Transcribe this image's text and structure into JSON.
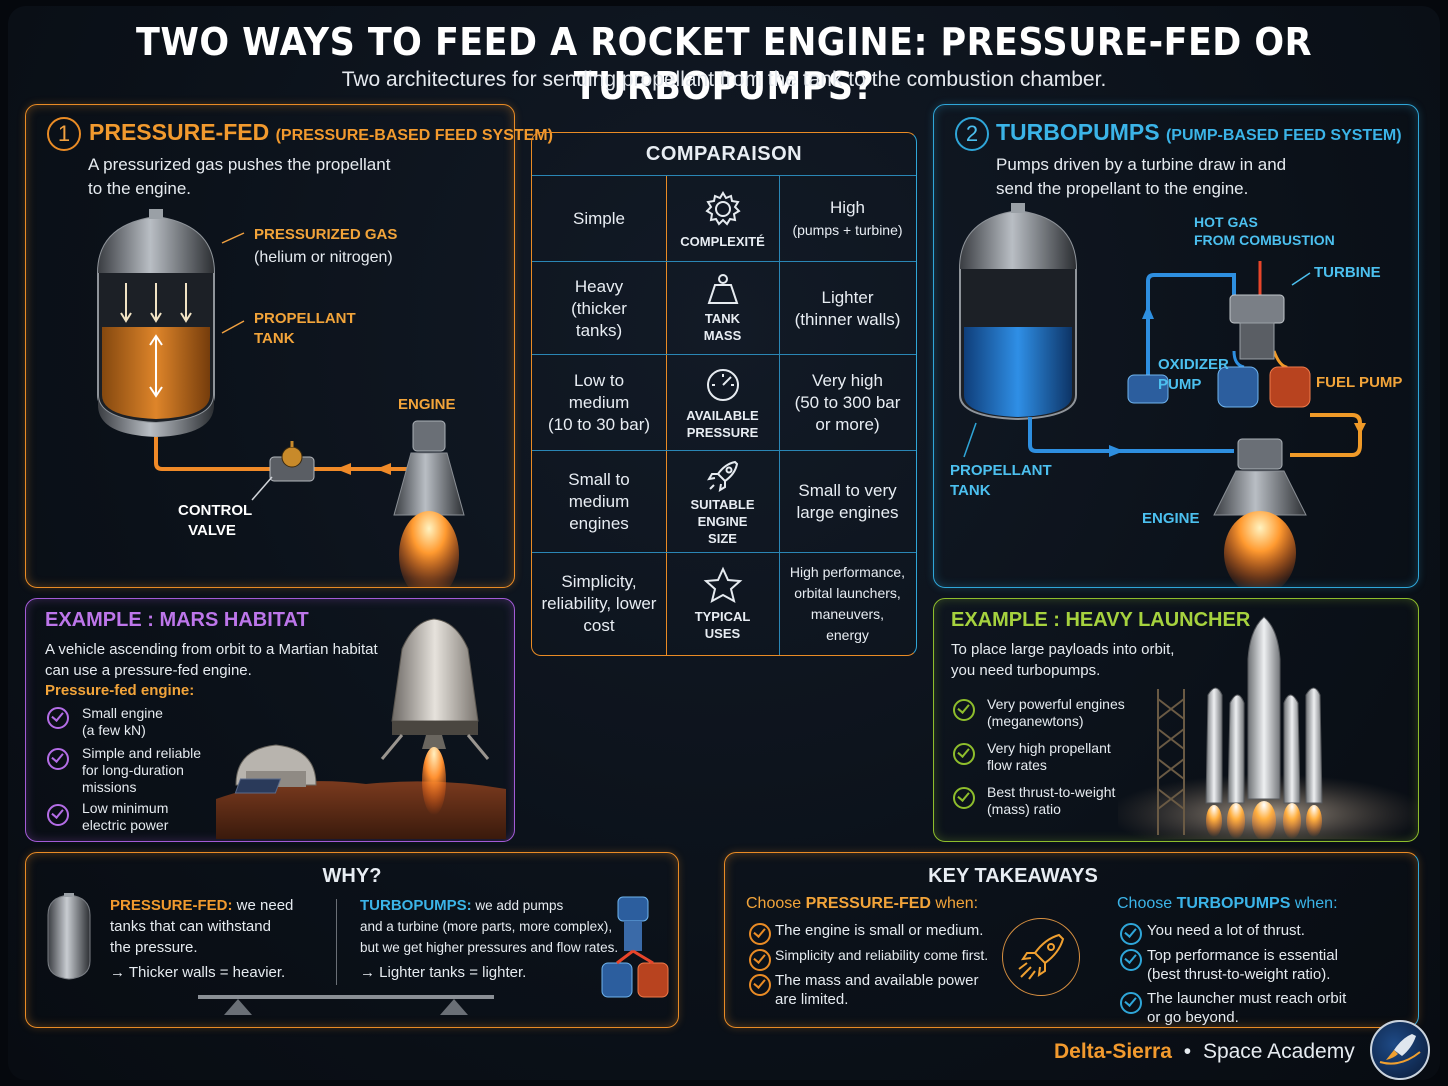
{
  "header": {
    "title": "TWO WAYS TO FEED A ROCKET ENGINE: PRESSURE-FED OR TURBOPUMPS?",
    "subtitle": "Two architectures for sending propellant from the tank to the combustion chamber."
  },
  "pressure_fed": {
    "number": "1",
    "title": "PRESSURE-FED",
    "title_sub": "(PRESSURE-BASED FEED SYSTEM)",
    "desc_1": "A pressurized gas pushes the propellant",
    "desc_2": "to the engine.",
    "label_gas": "PRESSURIZED GAS",
    "label_gas_sub": "(helium or nitrogen)",
    "label_tank_1": "PROPELLANT",
    "label_tank_2": "TANK",
    "label_engine": "ENGINE",
    "label_valve_1": "CONTROL",
    "label_valve_2": "VALVE"
  },
  "turbopumps": {
    "number": "2",
    "title": "TURBOPUMPS",
    "title_sub": "(PUMP-BASED FEED SYSTEM)",
    "desc_1": "Pumps driven by a turbine draw in and",
    "desc_2": "send the propellant to the engine.",
    "label_hotgas_1": "HOT GAS",
    "label_hotgas_2": "FROM COMBUSTION",
    "label_turbine": "TURBINE",
    "label_oxpump_1": "OXIDIZER",
    "label_oxpump_2": "PUMP",
    "label_fuelpump": "FUEL PUMP",
    "label_tank_1": "PROPELLANT",
    "label_tank_2": "TANK",
    "label_engine": "ENGINE"
  },
  "comparison": {
    "title": "COMPARAISON",
    "rows": [
      {
        "left": "Simple",
        "middle": "COMPLEXITÉ",
        "right": "High",
        "right_sub": "(pumps + turbine)"
      },
      {
        "left_1": "Heavy",
        "left_2": "(thicker",
        "left_3": "tanks)",
        "middle_1": "TANK",
        "middle_2": "MASS",
        "right_1": "Lighter",
        "right_2": "(thinner walls)"
      },
      {
        "left_1": "Low to",
        "left_2": "medium",
        "left_3": "(10 to 30 bar)",
        "middle_1": "AVAILABLE",
        "middle_2": "PRESSURE",
        "right_1": "Very high",
        "right_2": "(50 to 300 bar",
        "right_3": "or more)"
      },
      {
        "left_1": "Small to",
        "left_2": "medium",
        "left_3": "engines",
        "middle_1": "SUITABLE",
        "middle_2": "ENGINE",
        "middle_3": "SIZE",
        "right_1": "Small to very",
        "right_2": "large engines"
      },
      {
        "left_1": "Simplicity,",
        "left_2": "reliability, lower",
        "left_3": "cost",
        "middle_1": "TYPICAL",
        "middle_2": "USES",
        "right_1": "High performance,",
        "right_2": "orbital launchers,",
        "right_3": "maneuvers,",
        "right_4": "energy"
      }
    ]
  },
  "mars_example": {
    "title": "EXAMPLE : MARS HABITAT",
    "desc_1": "A vehicle ascending from orbit to a Martian habitat",
    "desc_2": "can use a pressure-fed engine.",
    "sub_title": "Pressure-fed engine:",
    "items": [
      {
        "l1": "Small engine",
        "l2": "(a few kN)"
      },
      {
        "l1": "Simple and reliable",
        "l2": "for long-duration",
        "l3": "missions"
      },
      {
        "l1": "Low minimum",
        "l2": "electric power"
      }
    ]
  },
  "launcher_example": {
    "title": "EXAMPLE : HEAVY LAUNCHER",
    "desc_1": "To place large payloads into orbit,",
    "desc_2": "you need turbopumps.",
    "items": [
      {
        "l1": "Very powerful engines",
        "l2": "(meganewtons)"
      },
      {
        "l1": "Very high propellant",
        "l2": "flow rates"
      },
      {
        "l1": "Best thrust-to-weight",
        "l2": "(mass) ratio"
      }
    ]
  },
  "why": {
    "title": "WHY?",
    "pf_label": "PRESSURE-FED:",
    "pf_1": " we need",
    "pf_2": "tanks that can withstand",
    "pf_3": "the pressure.",
    "pf_4": "→ Thicker walls = heavier.",
    "tp_label": "TURBOPUMPS:",
    "tp_1": " we add pumps",
    "tp_2": "and a turbine (more parts, more complex),",
    "tp_3": "but we get higher pressures and flow rates.",
    "tp_4": "→ Lighter tanks = lighter."
  },
  "takeaways": {
    "title": "KEY TAKEAWAYS",
    "pf_pre": "Choose ",
    "pf_label": "PRESSURE-FED",
    "pf_post": " when:",
    "pf_items": [
      {
        "l1": "The engine is small or medium."
      },
      {
        "l1": "Simplicity and reliability come first."
      },
      {
        "l1": "The mass and available power",
        "l2": "are limited."
      }
    ],
    "tp_pre": "Choose ",
    "tp_label": "TURBOPUMPS",
    "tp_post": " when:",
    "tp_items": [
      {
        "l1": "You need a lot of thrust."
      },
      {
        "l1": "Top performance is essential",
        "l2": "(best thrust-to-weight ratio)."
      },
      {
        "l1": "The launcher must reach orbit",
        "l2": "or go beyond."
      }
    ]
  },
  "footer": {
    "brand": "Delta-Sierra",
    "dot": "•",
    "org": "Space Academy"
  },
  "colors": {
    "orange": "#e98b25",
    "blue": "#2fa6d8",
    "purple": "#b46de6",
    "green": "#9cc83a"
  }
}
